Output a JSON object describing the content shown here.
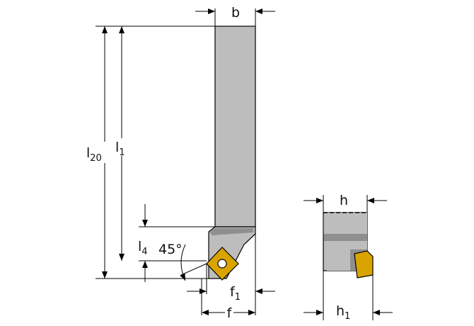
{
  "labels": {
    "b": "b",
    "h": "h",
    "h1": "h1",
    "l1": "l1",
    "l20": "l20",
    "l4": "l4",
    "f": "f",
    "f1": "f1",
    "angle": "45°"
  },
  "colors": {
    "shank_fill": "#bdbdbd",
    "shank_dark": "#8f8f8f",
    "insert_fill": "#d9a400",
    "line": "#000000"
  },
  "icons": [
    "dimension-arrow",
    "insert-square"
  ]
}
